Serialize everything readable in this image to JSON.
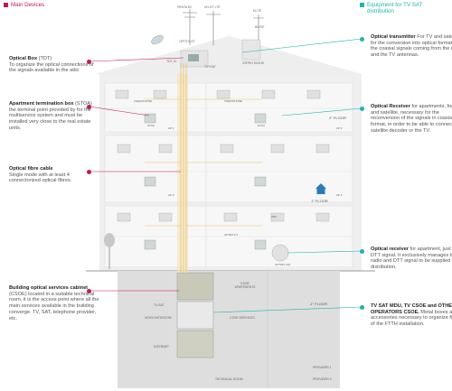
{
  "colors": {
    "main": "#c2185b",
    "equipment": "#1fb5a8",
    "fibre": "#e8c06a",
    "house": "#efefef",
    "basement": "#dcdcdc"
  },
  "legend": {
    "main_devices": "Main Devices",
    "equipment_line1": "Equipment for TV SAT",
    "equipment_line2": "distribution"
  },
  "left_notes": {
    "optical_box": {
      "title": "Optical Box",
      "suffix": " (TDT)",
      "body": "To organize the optical connections of the signals available in the attic"
    },
    "termination_box": {
      "title": "Apartment termination box",
      "suffix": " (STOA) the terminal point provided by for the multiservice system and must be installed very close to the real estate units."
    },
    "fibre_cable": {
      "title": "Optical fibre cable",
      "body": "Single mode with at least 4 connectorized optical fibres."
    },
    "services_cabinet": {
      "title": "Building optical services cabinet",
      "suffix": " (CSOE) located in a suitable technical room, it is the access point where all the main services available in the building converge. TV, SAT, telephone provider, etc."
    }
  },
  "right_notes": {
    "transmitter": {
      "title": "Optical transmitter",
      "suffix": " For TV and satellite, for the conversion into optical format of the coaxial signals coming from the dish and the TV antennas."
    },
    "receiver": {
      "title": "Optical Receiver",
      "suffix": " for apartments, for TV and satellite, necessary for the reconversion of the signals in coaxial format, in order to be able to connect the satellite decoder or the TV."
    },
    "receiver_dtt": {
      "title": "Optical receiver",
      "suffix": " for apartment, just for DTT signal. It exclusively manages the radio and DTT signal to be supplied to TV distribution."
    },
    "operators": {
      "title": "TV SAT MDU, TV CSOE and OTHER OPERATORS CSOE.",
      "suffix": " Metal boxes and accessories necessary to organize fibres of the FTTH installation."
    }
  },
  "labels": {
    "penta": "PENTA 80",
    "uhf": "UH-GT LTE",
    "elite": "ELITE",
    "blyss": "BLYSF",
    "optitx": "OPTITX-ST",
    "vsat": "VSPRO 5VXHD",
    "tdt": "TDT 12",
    "tvsat": "TV+SAT",
    "floor2": "2° FLOOR",
    "floor1": "1° FLOOR",
    "floorm1": "-1° FLOOR",
    "csoe_apartments": "CSOE APARTMENTS",
    "tvsat_room": "TV-SAT",
    "video_intercom": "VIDEO INTERCOM",
    "csoe_services": "CSOE SERVICES",
    "internet": "INTERNET",
    "technical_room": "TECHNICAL ROOM",
    "provider1": "PROVIDER 1",
    "provider2": "PROVIDER 2",
    "videophone": "VIDEOPHONE",
    "stoa": "STOA",
    "ap1": "AP 1",
    "ap2": "AP 2",
    "ap3": "AP 3",
    "ap4": "AP 4",
    "optrx_dt": "OPTRX DT",
    "optirx_sat": "OPTIRX SAT",
    "wifi": "WiFi"
  },
  "icons": {
    "apartment": "house-icon",
    "tree": "tree-icon"
  }
}
